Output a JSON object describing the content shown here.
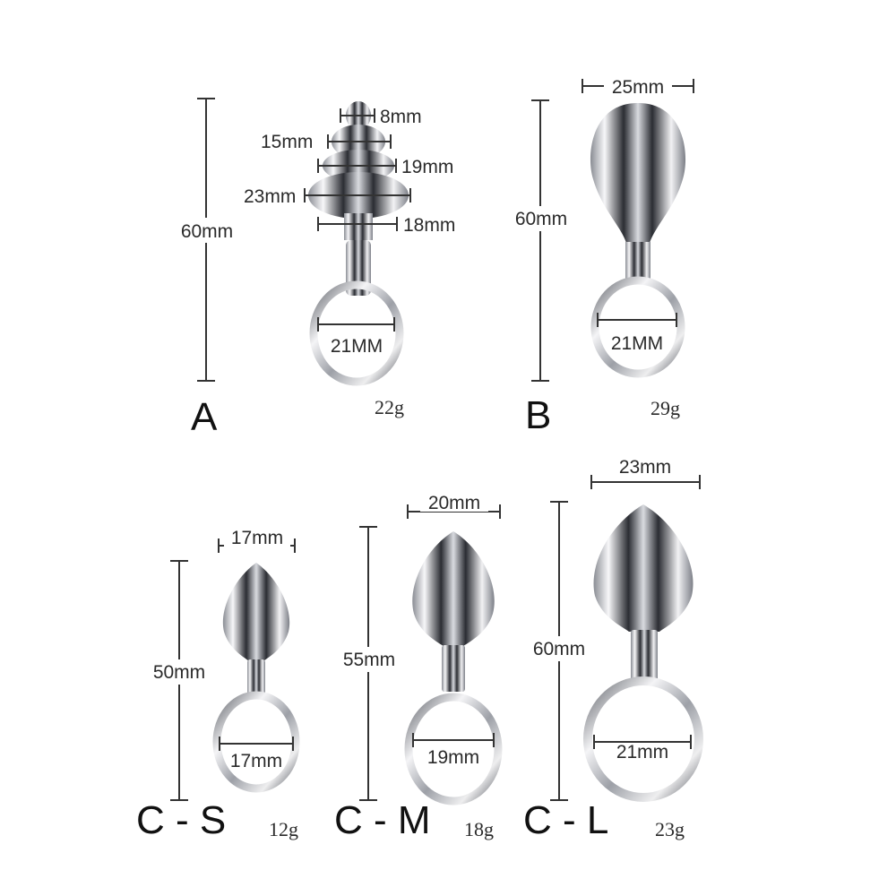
{
  "colors": {
    "metal_light": "#f4f4f6",
    "metal_mid": "#b9bcc2",
    "metal_dark": "#2b2d33",
    "line": "#333333"
  },
  "products": [
    {
      "id": "A",
      "label": "A",
      "weight": "22g",
      "height": "60mm",
      "ring": "21MM",
      "tiers": [
        "8mm",
        "15mm",
        "19mm",
        "23mm",
        "18mm"
      ]
    },
    {
      "id": "B",
      "label": "B",
      "weight": "29g",
      "height": "60mm",
      "ring": "21MM",
      "top": "25mm"
    },
    {
      "id": "C-S",
      "label": "C - S",
      "weight": "12g",
      "height": "50mm",
      "ring": "17mm",
      "top": "17mm"
    },
    {
      "id": "C-M",
      "label": "C - M",
      "weight": "18g",
      "height": "55mm",
      "ring": "19mm",
      "top": "20mm"
    },
    {
      "id": "C-L",
      "label": "C - L",
      "weight": "23g",
      "height": "60mm",
      "ring": "21mm",
      "top": "23mm"
    }
  ]
}
